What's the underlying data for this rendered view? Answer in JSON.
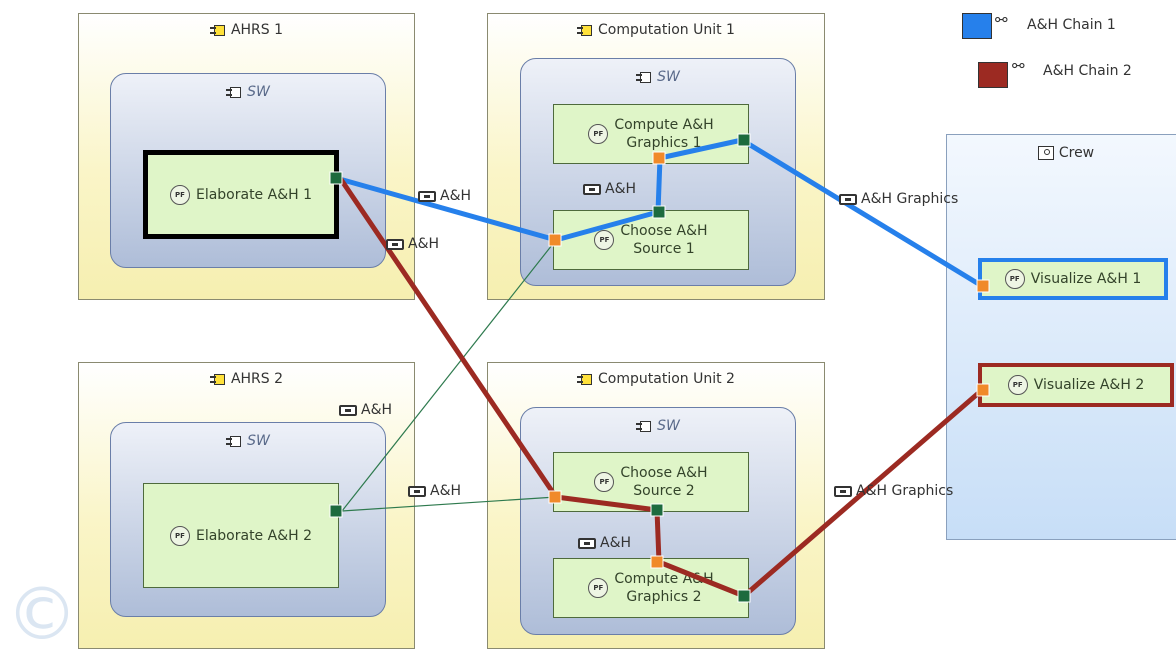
{
  "legend": {
    "chain1_label": "A&H Chain 1",
    "chain2_label": "A&H Chain 2",
    "chain1_color": "#2680eb",
    "chain2_color": "#9c2a22"
  },
  "nodes": {
    "ahrs1": "AHRS 1",
    "ahrs2": "AHRS 2",
    "cu1": "Computation Unit 1",
    "cu2": "Computation Unit 2",
    "crew": "Crew",
    "sw": "SW"
  },
  "functions": {
    "elab1": "Elaborate A&H 1",
    "elab2": "Elaborate A&H 2",
    "compute1_l1": "Compute A&H",
    "compute1_l2": "Graphics 1",
    "choose1_l1": "Choose A&H",
    "choose1_l2": "Source 1",
    "choose2_l1": "Choose A&H",
    "choose2_l2": "Source 2",
    "compute2_l1": "Compute A&H",
    "compute2_l2": "Graphics 2",
    "vis1": "Visualize A&H 1",
    "vis2": "Visualize A&H 2",
    "pf": "PF"
  },
  "exchanges": {
    "ah": "A&H",
    "ah_graphics": "A&H Graphics"
  }
}
